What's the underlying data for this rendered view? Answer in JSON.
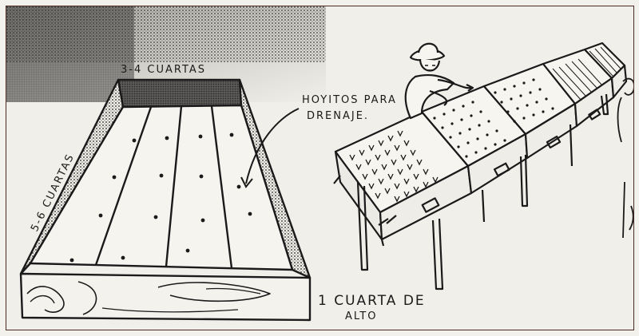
{
  "diagram": {
    "labels": {
      "top_width": "3-4 CUARTAS",
      "side_length": "5-6 CUARTAS",
      "drain_line1": "HOYITOS PARA",
      "drain_line2": "DRENAJE.",
      "height_line1": "1 CUARTA DE",
      "height_line2": "ALTO"
    }
  },
  "colors": {
    "ink": "#1a1a1a",
    "paper": "#f1efe9",
    "frame": "#4a2a22",
    "shadow": "#7b7a76"
  }
}
